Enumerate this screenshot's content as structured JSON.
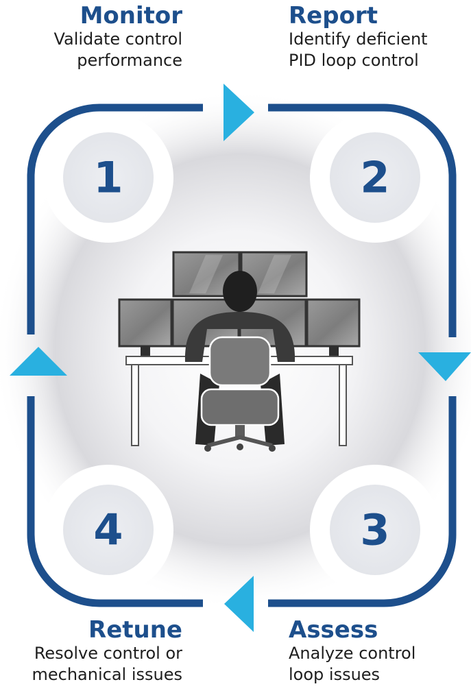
{
  "steps": [
    {
      "number": "1",
      "title": "Monitor",
      "description_lines": [
        "Validate control",
        "performance"
      ]
    },
    {
      "number": "2",
      "title": "Report",
      "description_lines": [
        "Identify deficient",
        "PID loop control"
      ]
    },
    {
      "number": "3",
      "title": "Assess",
      "description_lines": [
        "Analyze control",
        "loop issues"
      ]
    },
    {
      "number": "4",
      "title": "Retune",
      "description_lines": [
        "Resolve control or",
        "mechanical issues"
      ]
    }
  ],
  "colors": {
    "loop_stroke": "#1d4f8c",
    "arrow": "#29b0e0",
    "number_text": "#1d4f8c",
    "circle_fill": "#e6e7ec",
    "circle_ring": "#ffffff",
    "operator": "#3a3a3a",
    "monitor_screen": "#8c8c8c"
  },
  "icons": {
    "center": "operator-at-workstation-icon",
    "flow_arrows": [
      "arrow-right-icon",
      "arrow-down-icon",
      "arrow-left-icon",
      "arrow-up-icon"
    ]
  }
}
